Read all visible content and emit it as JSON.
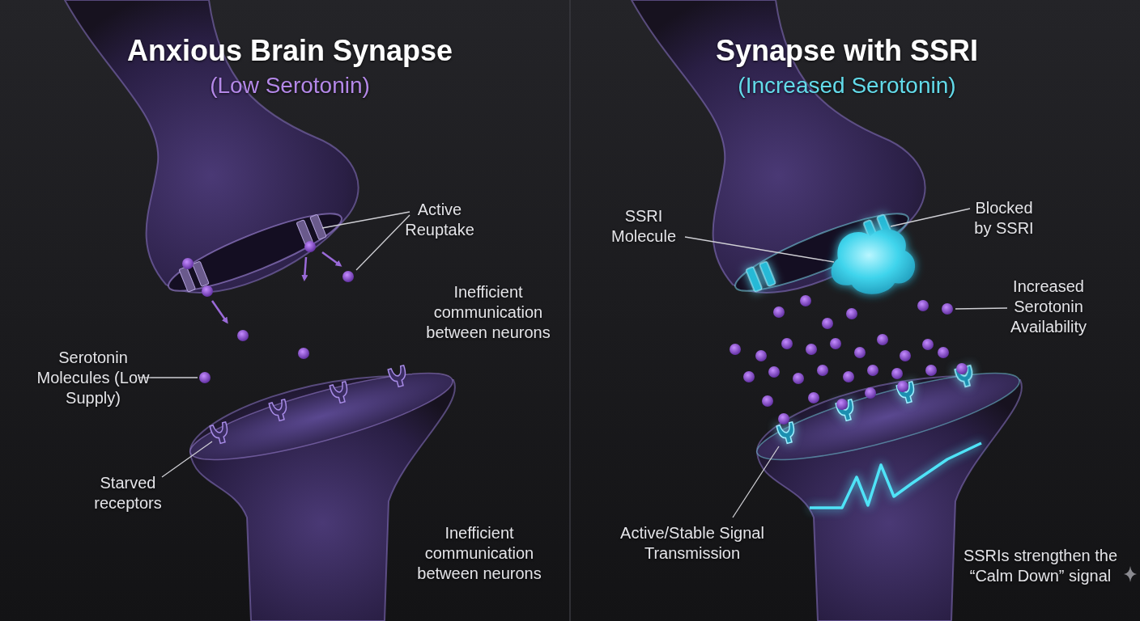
{
  "diagram": {
    "labels": [
      "Anxious Brain Synapse",
      "(Low Serotonin)",
      "Synapse with SSRI",
      "(Increased Serotonin)",
      "Active Reuptake",
      "Inefficient communication between neurons",
      "Serotonin Molecules (Low Supply)",
      "Starved receptors",
      "Inefficient communication between neurons",
      "SSRI Molecule",
      "Blocked by SSRI",
      "Increased Serotonin Availability",
      "Active/Stable Signal Transmission",
      "SSRIs strengthen the “Calm Down” signal"
    ]
  }
}
